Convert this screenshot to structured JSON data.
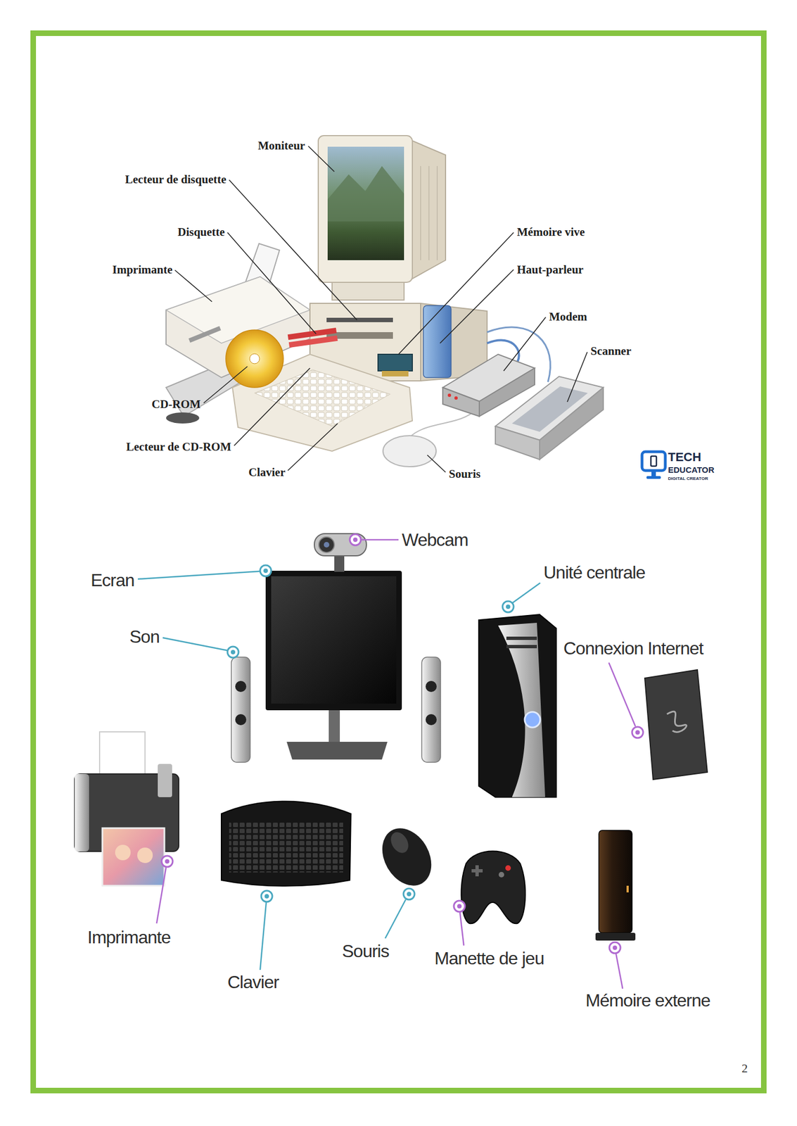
{
  "diagram": {
    "labels": [
      "Moniteur",
      "Lecteur de disquette",
      "Disquette",
      "Imprimante",
      "Mémoire vive",
      "Haut-parleur",
      "Modem",
      "Scanner",
      "CD-ROM",
      "Lecteur de CD-ROM",
      "Clavier",
      "Souris",
      "TECH",
      "EDUCATOR",
      "DIGITAL CREATOR",
      "Webcam",
      "Ecran",
      "Unité centrale",
      "Son",
      "Connexion Internet",
      "Imprimante",
      "Clavier",
      "Souris",
      "Manette de jeu",
      "Mémoire externe",
      "2"
    ]
  }
}
